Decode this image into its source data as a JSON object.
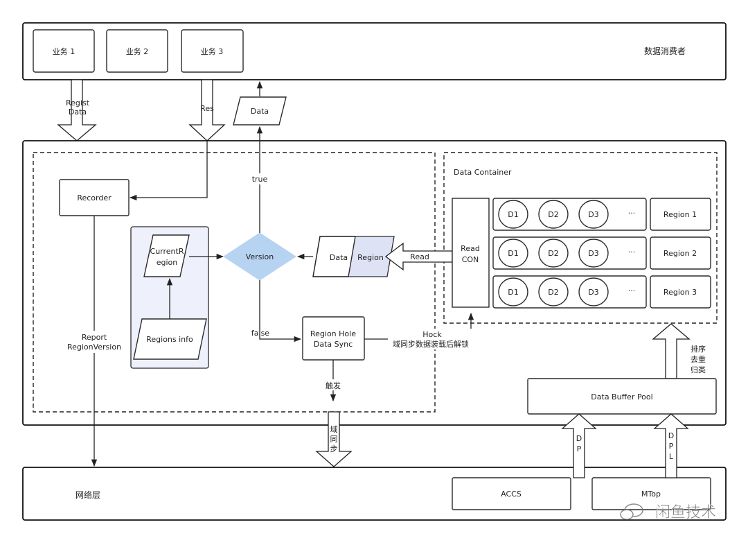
{
  "colors": {
    "accent_diamond": "#b7d3f2",
    "regions_panel": "#eef0fb",
    "region_tag": "#dde3f5",
    "stroke": "#222222"
  },
  "consumer": {
    "title": "数据消费者",
    "biz": [
      "业务 1",
      "业务 2",
      "业务 3"
    ]
  },
  "labels": {
    "regist_line1": "Regist",
    "regist_line2": "Data",
    "res": "Res",
    "data_top": "Data",
    "true_label": "true",
    "false_label": "false",
    "recorder": "Recorder",
    "current_region_line1": "CurrentR",
    "current_region_line2": "egion",
    "regions_info": "Regions info",
    "version": "Version",
    "data_part": "Data",
    "region_part": "Region",
    "read": "Read",
    "region_hole_line1": "Region Hole",
    "region_hole_line2": "Data Sync",
    "hock_line1": "Hock",
    "hock_line2": "域同步数据装载后解锁",
    "trigger": "触发",
    "report_line1": "Report",
    "report_line2": "RegionVersion",
    "domain_sync": [
      "域",
      "同",
      "步"
    ],
    "sort_dedupe": [
      "排序",
      "去重",
      "归类"
    ],
    "dp": [
      "D",
      "P"
    ],
    "dpl": [
      "D",
      "P",
      "L"
    ]
  },
  "container": {
    "title": "Data Container",
    "read_con_line1": "Read",
    "read_con_line2": "CON",
    "rows": [
      {
        "cells": [
          "D1",
          "D2",
          "D3"
        ],
        "ellipsis": "···",
        "region": "Region 1"
      },
      {
        "cells": [
          "D1",
          "D2",
          "D3"
        ],
        "ellipsis": "···",
        "region": "Region 2"
      },
      {
        "cells": [
          "D1",
          "D2",
          "D3"
        ],
        "ellipsis": "···",
        "region": "Region 3"
      }
    ]
  },
  "buffer_pool": "Data Buffer Pool",
  "network": {
    "title": "网络层",
    "accs": "ACCS",
    "mtop": "MTop"
  },
  "watermark": "闲鱼技术"
}
